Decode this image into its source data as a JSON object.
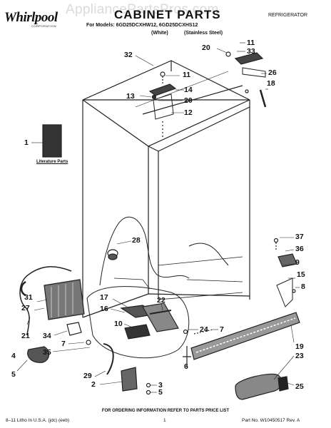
{
  "header": {
    "brand": "Whirlpool",
    "brand_sub": "CORPORATION",
    "title": "CABINET PARTS",
    "watermark": "AppliancePartsPros.com",
    "category": "REFRIGERATOR",
    "models_line": "For Models: 6GD25DCXHW12, 6GD25DCXHS12",
    "variant_white": "(White)",
    "variant_stainless": "(Stainless Steel)"
  },
  "callouts": [
    "32",
    "11",
    "14",
    "13",
    "20",
    "12",
    "20",
    "11",
    "33",
    "26",
    "18",
    "1",
    "28",
    "37",
    "36",
    "9",
    "15",
    "8",
    "31",
    "27",
    "17",
    "22",
    "16",
    "10",
    "24",
    "7",
    "21",
    "34",
    "7",
    "35",
    "4",
    "29",
    "5",
    "2",
    "3",
    "5",
    "6",
    "19",
    "23",
    "25"
  ],
  "literature_label": "Literature Parts",
  "footer": {
    "ordering": "FOR ORDERING INFORMATION REFER TO PARTS PRICE LIST",
    "litho": "8–11 Litho In U.S.A. (jdc) (eeb)",
    "page": "1",
    "part_no": "Part No. W10450517 Rev. A"
  }
}
